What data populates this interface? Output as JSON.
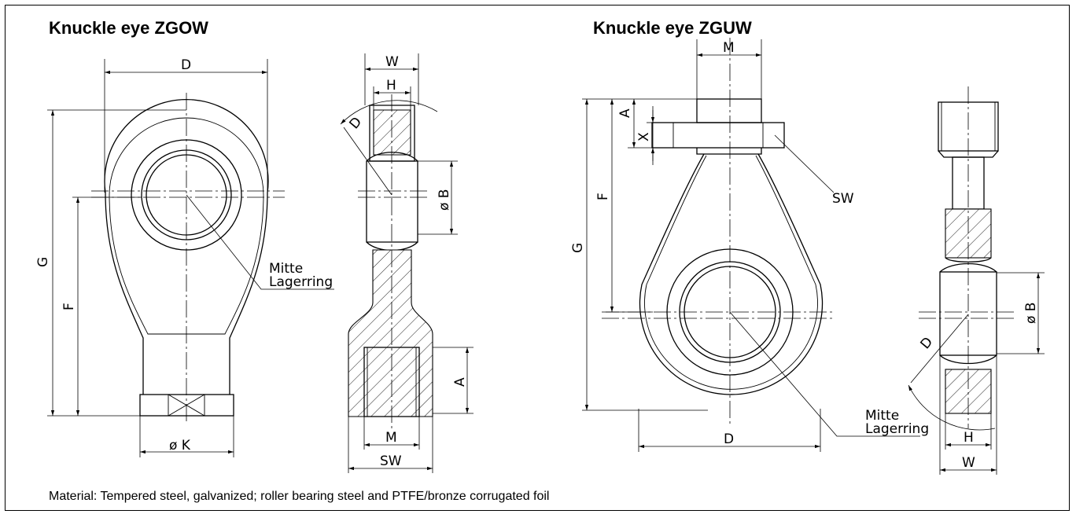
{
  "titles": {
    "left": "Knuckle eye ZGOW",
    "right": "Knuckle eye ZGUW"
  },
  "footer": "Material: Tempered steel, galvanized; roller bearing steel and PTFE/bronze corrugated foil",
  "labels": {
    "D": "D",
    "W": "W",
    "H": "H",
    "G": "G",
    "F": "F",
    "A": "A",
    "M": "M",
    "SW": "SW",
    "X": "X",
    "B": "ø B",
    "K": "ø K",
    "mitte": "Mitte",
    "lagerring": "Lagerring"
  }
}
